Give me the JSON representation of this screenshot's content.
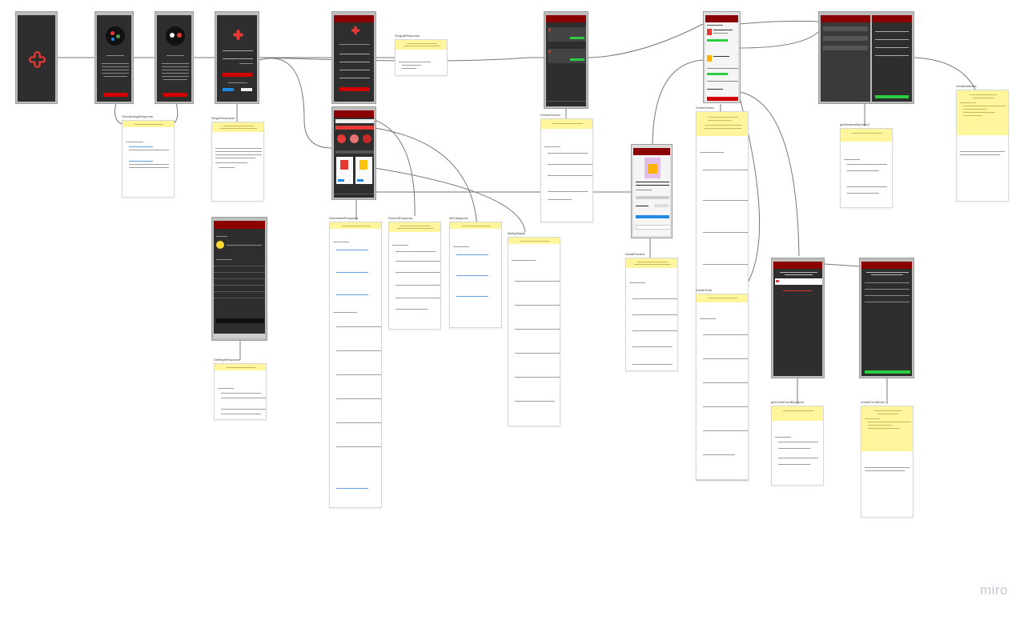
{
  "board": {
    "watermark": "miro",
    "colors": {
      "frame": "#bdbdbd",
      "screen": "#2e2e2e",
      "appbar": "#8b0000",
      "accent_red": "#d50000",
      "note_header": "#fff59d",
      "green": "#2ecc40"
    }
  },
  "labels": {
    "onboarding_response": "OnboardingResponse",
    "singin_response": "SingInResponse",
    "singup_response": "SingUpResponse",
    "homedata_response": "HomedataResponse",
    "search_response": "SearchResponse",
    "all_categories": "AllCategories",
    "all_highlights": "AllHighlights",
    "orders_screen": "OrdersScreen",
    "order_screen": "OrderScreen",
    "detail_product": "DetailProduct",
    "detail_order": "DetailOrder",
    "settings_response": "SettingsResponse",
    "get_address_by_userid": "getAddressByUserId",
    "create_address": "createAddress",
    "get_credit_card_by_userid": "getCreditCardByUserId",
    "create_credit_card": "createCreditCard"
  },
  "icons": [
    "app-logo-icon",
    "back-arrow-icon",
    "cart-icon",
    "home-icon",
    "settings-icon",
    "user-avatar-icon"
  ]
}
